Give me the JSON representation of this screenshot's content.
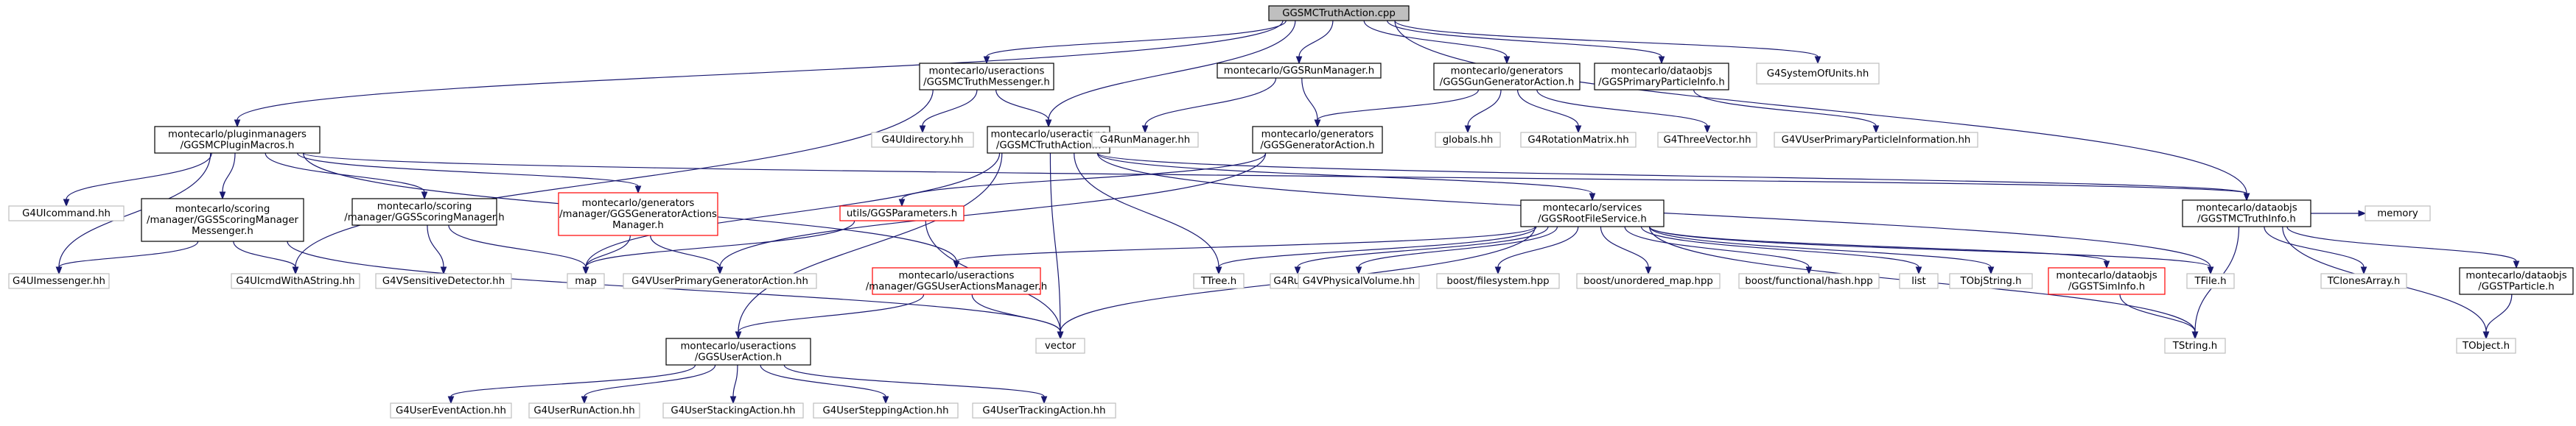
{
  "colors": {
    "edge": "#191970",
    "border_default": "#000000",
    "border_system": "#bfbfbf",
    "border_truncated": "#ff0000",
    "root_fill": "#bfbfbf",
    "fill": "#ffffff",
    "text": "#000000"
  },
  "nodes": [
    {
      "id": "root",
      "kind": "root",
      "lines": [
        "GGSMCTruthAction.cpp"
      ]
    },
    {
      "id": "mess",
      "kind": "default",
      "lines": [
        "montecarlo/useractions",
        "/GGSMCTruthMessenger.h"
      ]
    },
    {
      "id": "runmgr",
      "kind": "default",
      "lines": [
        "montecarlo/GGSRunManager.h"
      ]
    },
    {
      "id": "gunact",
      "kind": "default",
      "lines": [
        "montecarlo/generators",
        "/GGSGunGeneratorAction.h"
      ]
    },
    {
      "id": "ppi",
      "kind": "default",
      "lines": [
        "montecarlo/dataobjs",
        "/GGSPrimaryParticleInfo.h"
      ]
    },
    {
      "id": "sysunits",
      "kind": "system",
      "lines": [
        "G4SystemOfUnits.hh"
      ]
    },
    {
      "id": "plugin",
      "kind": "default",
      "lines": [
        "montecarlo/pluginmanagers",
        "/GGSMCPluginMacros.h"
      ]
    },
    {
      "id": "uidir",
      "kind": "system",
      "lines": [
        "G4UIdirectory.hh"
      ]
    },
    {
      "id": "truthact",
      "kind": "default",
      "lines": [
        "montecarlo/useractions",
        "/GGSMCTruthAction.h"
      ]
    },
    {
      "id": "g4runmgr",
      "kind": "system",
      "lines": [
        "G4RunManager.hh"
      ]
    },
    {
      "id": "genact",
      "kind": "default",
      "lines": [
        "montecarlo/generators",
        "/GGSGeneratorAction.h"
      ]
    },
    {
      "id": "globals",
      "kind": "system",
      "lines": [
        "globals.hh"
      ]
    },
    {
      "id": "rotmat",
      "kind": "system",
      "lines": [
        "G4RotationMatrix.hh"
      ]
    },
    {
      "id": "threevec",
      "kind": "system",
      "lines": [
        "G4ThreeVector.hh"
      ]
    },
    {
      "id": "vppinfo",
      "kind": "system",
      "lines": [
        "G4VUserPrimaryParticleInformation.hh"
      ]
    },
    {
      "id": "uicmd",
      "kind": "system",
      "lines": [
        "G4UIcommand.hh"
      ]
    },
    {
      "id": "scmm",
      "kind": "default",
      "lines": [
        "montecarlo/scoring",
        "/manager/GGSScoringManager",
        "Messenger.h"
      ]
    },
    {
      "id": "scm",
      "kind": "default",
      "lines": [
        "montecarlo/scoring",
        "/manager/GGSScoringManager.h"
      ]
    },
    {
      "id": "genam",
      "kind": "truncated",
      "lines": [
        "montecarlo/generators",
        "/manager/GGSGeneratorActions",
        "Manager.h"
      ]
    },
    {
      "id": "params",
      "kind": "truncated",
      "lines": [
        "utils/GGSParameters.h"
      ]
    },
    {
      "id": "rootfile",
      "kind": "default",
      "lines": [
        "montecarlo/services",
        "/GGSRootFileService.h"
      ]
    },
    {
      "id": "truthinfo",
      "kind": "default",
      "lines": [
        "montecarlo/dataobjs",
        "/GGSTMCTruthInfo.h"
      ]
    },
    {
      "id": "memory",
      "kind": "system",
      "lines": [
        "memory"
      ]
    },
    {
      "id": "uimess",
      "kind": "system",
      "lines": [
        "G4UImessenger.hh"
      ]
    },
    {
      "id": "uicmdstr",
      "kind": "system",
      "lines": [
        "G4UIcmdWithAString.hh"
      ]
    },
    {
      "id": "vsens",
      "kind": "system",
      "lines": [
        "G4VSensitiveDetector.hh"
      ]
    },
    {
      "id": "map",
      "kind": "system",
      "lines": [
        "map"
      ]
    },
    {
      "id": "vprimgen",
      "kind": "system",
      "lines": [
        "G4VUserPrimaryGeneratorAction.hh"
      ]
    },
    {
      "id": "uam",
      "kind": "truncated",
      "lines": [
        "montecarlo/useractions",
        "/manager/GGSUserActionsManager.h"
      ]
    },
    {
      "id": "ttree",
      "kind": "system",
      "lines": [
        "TTree.h"
      ]
    },
    {
      "id": "g4run",
      "kind": "system",
      "lines": [
        "G4Run.hh"
      ]
    },
    {
      "id": "physvol",
      "kind": "system",
      "lines": [
        "G4VPhysicalVolume.hh"
      ]
    },
    {
      "id": "bfs",
      "kind": "system",
      "lines": [
        "boost/filesystem.hpp"
      ]
    },
    {
      "id": "bum",
      "kind": "system",
      "lines": [
        "boost/unordered_map.hpp"
      ]
    },
    {
      "id": "bhash",
      "kind": "system",
      "lines": [
        "boost/functional/hash.hpp"
      ]
    },
    {
      "id": "list",
      "kind": "system",
      "lines": [
        "list"
      ]
    },
    {
      "id": "tobjstr",
      "kind": "system",
      "lines": [
        "TObjString.h"
      ]
    },
    {
      "id": "siminfo",
      "kind": "truncated",
      "lines": [
        "montecarlo/dataobjs",
        "/GGSTSimInfo.h"
      ]
    },
    {
      "id": "tfile",
      "kind": "system",
      "lines": [
        "TFile.h"
      ]
    },
    {
      "id": "tclones",
      "kind": "system",
      "lines": [
        "TClonesArray.h"
      ]
    },
    {
      "id": "particle",
      "kind": "default",
      "lines": [
        "montecarlo/dataobjs",
        "/GGSTParticle.h"
      ]
    },
    {
      "id": "ua",
      "kind": "default",
      "lines": [
        "montecarlo/useractions",
        "/GGSUserAction.h"
      ]
    },
    {
      "id": "vector",
      "kind": "system",
      "lines": [
        "vector"
      ]
    },
    {
      "id": "tstring",
      "kind": "system",
      "lines": [
        "TString.h"
      ]
    },
    {
      "id": "tobject",
      "kind": "system",
      "lines": [
        "TObject.h"
      ]
    },
    {
      "id": "evtact",
      "kind": "system",
      "lines": [
        "G4UserEventAction.hh"
      ]
    },
    {
      "id": "runact",
      "kind": "system",
      "lines": [
        "G4UserRunAction.hh"
      ]
    },
    {
      "id": "stackact",
      "kind": "system",
      "lines": [
        "G4UserStackingAction.hh"
      ]
    },
    {
      "id": "stepact",
      "kind": "system",
      "lines": [
        "G4UserSteppingAction.hh"
      ]
    },
    {
      "id": "trackact",
      "kind": "system",
      "lines": [
        "G4UserTrackingAction.hh"
      ]
    }
  ],
  "edges": [
    [
      "root",
      "mess"
    ],
    [
      "root",
      "runmgr"
    ],
    [
      "root",
      "gunact"
    ],
    [
      "root",
      "ppi"
    ],
    [
      "root",
      "sysunits"
    ],
    [
      "root",
      "plugin"
    ],
    [
      "root",
      "truthact"
    ],
    [
      "root",
      "truthinfo"
    ],
    [
      "mess",
      "uidir"
    ],
    [
      "mess",
      "truthact"
    ],
    [
      "mess",
      "uicmdstr"
    ],
    [
      "runmgr",
      "g4runmgr"
    ],
    [
      "runmgr",
      "genact"
    ],
    [
      "gunact",
      "genact"
    ],
    [
      "gunact",
      "globals"
    ],
    [
      "gunact",
      "rotmat"
    ],
    [
      "gunact",
      "threevec"
    ],
    [
      "ppi",
      "vppinfo"
    ],
    [
      "plugin",
      "uimess"
    ],
    [
      "plugin",
      "uicmd"
    ],
    [
      "plugin",
      "scmm"
    ],
    [
      "plugin",
      "scm"
    ],
    [
      "plugin",
      "genam"
    ],
    [
      "plugin",
      "uam"
    ],
    [
      "plugin",
      "truthinfo"
    ],
    [
      "truthact",
      "ua"
    ],
    [
      "truthact",
      "map"
    ],
    [
      "truthact",
      "vector"
    ],
    [
      "truthact",
      "rootfile"
    ],
    [
      "truthact",
      "truthinfo"
    ],
    [
      "truthact",
      "ttree"
    ],
    [
      "truthact",
      "tfile"
    ],
    [
      "genact",
      "params"
    ],
    [
      "genact",
      "vprimgen"
    ],
    [
      "scmm",
      "uimess"
    ],
    [
      "scmm",
      "uicmdstr"
    ],
    [
      "scmm",
      "vector"
    ],
    [
      "scm",
      "map"
    ],
    [
      "scm",
      "vsens"
    ],
    [
      "genam",
      "map"
    ],
    [
      "genam",
      "vprimgen"
    ],
    [
      "params",
      "map"
    ],
    [
      "params",
      "vector"
    ],
    [
      "rootfile",
      "uam"
    ],
    [
      "rootfile",
      "ttree"
    ],
    [
      "rootfile",
      "g4run"
    ],
    [
      "rootfile",
      "physvol"
    ],
    [
      "rootfile",
      "bfs"
    ],
    [
      "rootfile",
      "bum"
    ],
    [
      "rootfile",
      "bhash"
    ],
    [
      "rootfile",
      "list"
    ],
    [
      "rootfile",
      "tobjstr"
    ],
    [
      "rootfile",
      "siminfo"
    ],
    [
      "rootfile",
      "tfile"
    ],
    [
      "rootfile",
      "tstring"
    ],
    [
      "rootfile",
      "vector"
    ],
    [
      "truthinfo",
      "tstring"
    ],
    [
      "truthinfo",
      "tclones"
    ],
    [
      "truthinfo",
      "particle"
    ],
    [
      "truthinfo",
      "tobject"
    ],
    [
      "truthinfo",
      "memory"
    ],
    [
      "particle",
      "tobject"
    ],
    [
      "siminfo",
      "tstring"
    ],
    [
      "uam",
      "ua"
    ],
    [
      "uam",
      "vector"
    ],
    [
      "ua",
      "evtact"
    ],
    [
      "ua",
      "runact"
    ],
    [
      "ua",
      "stackact"
    ],
    [
      "ua",
      "stepact"
    ],
    [
      "ua",
      "trackact"
    ]
  ]
}
